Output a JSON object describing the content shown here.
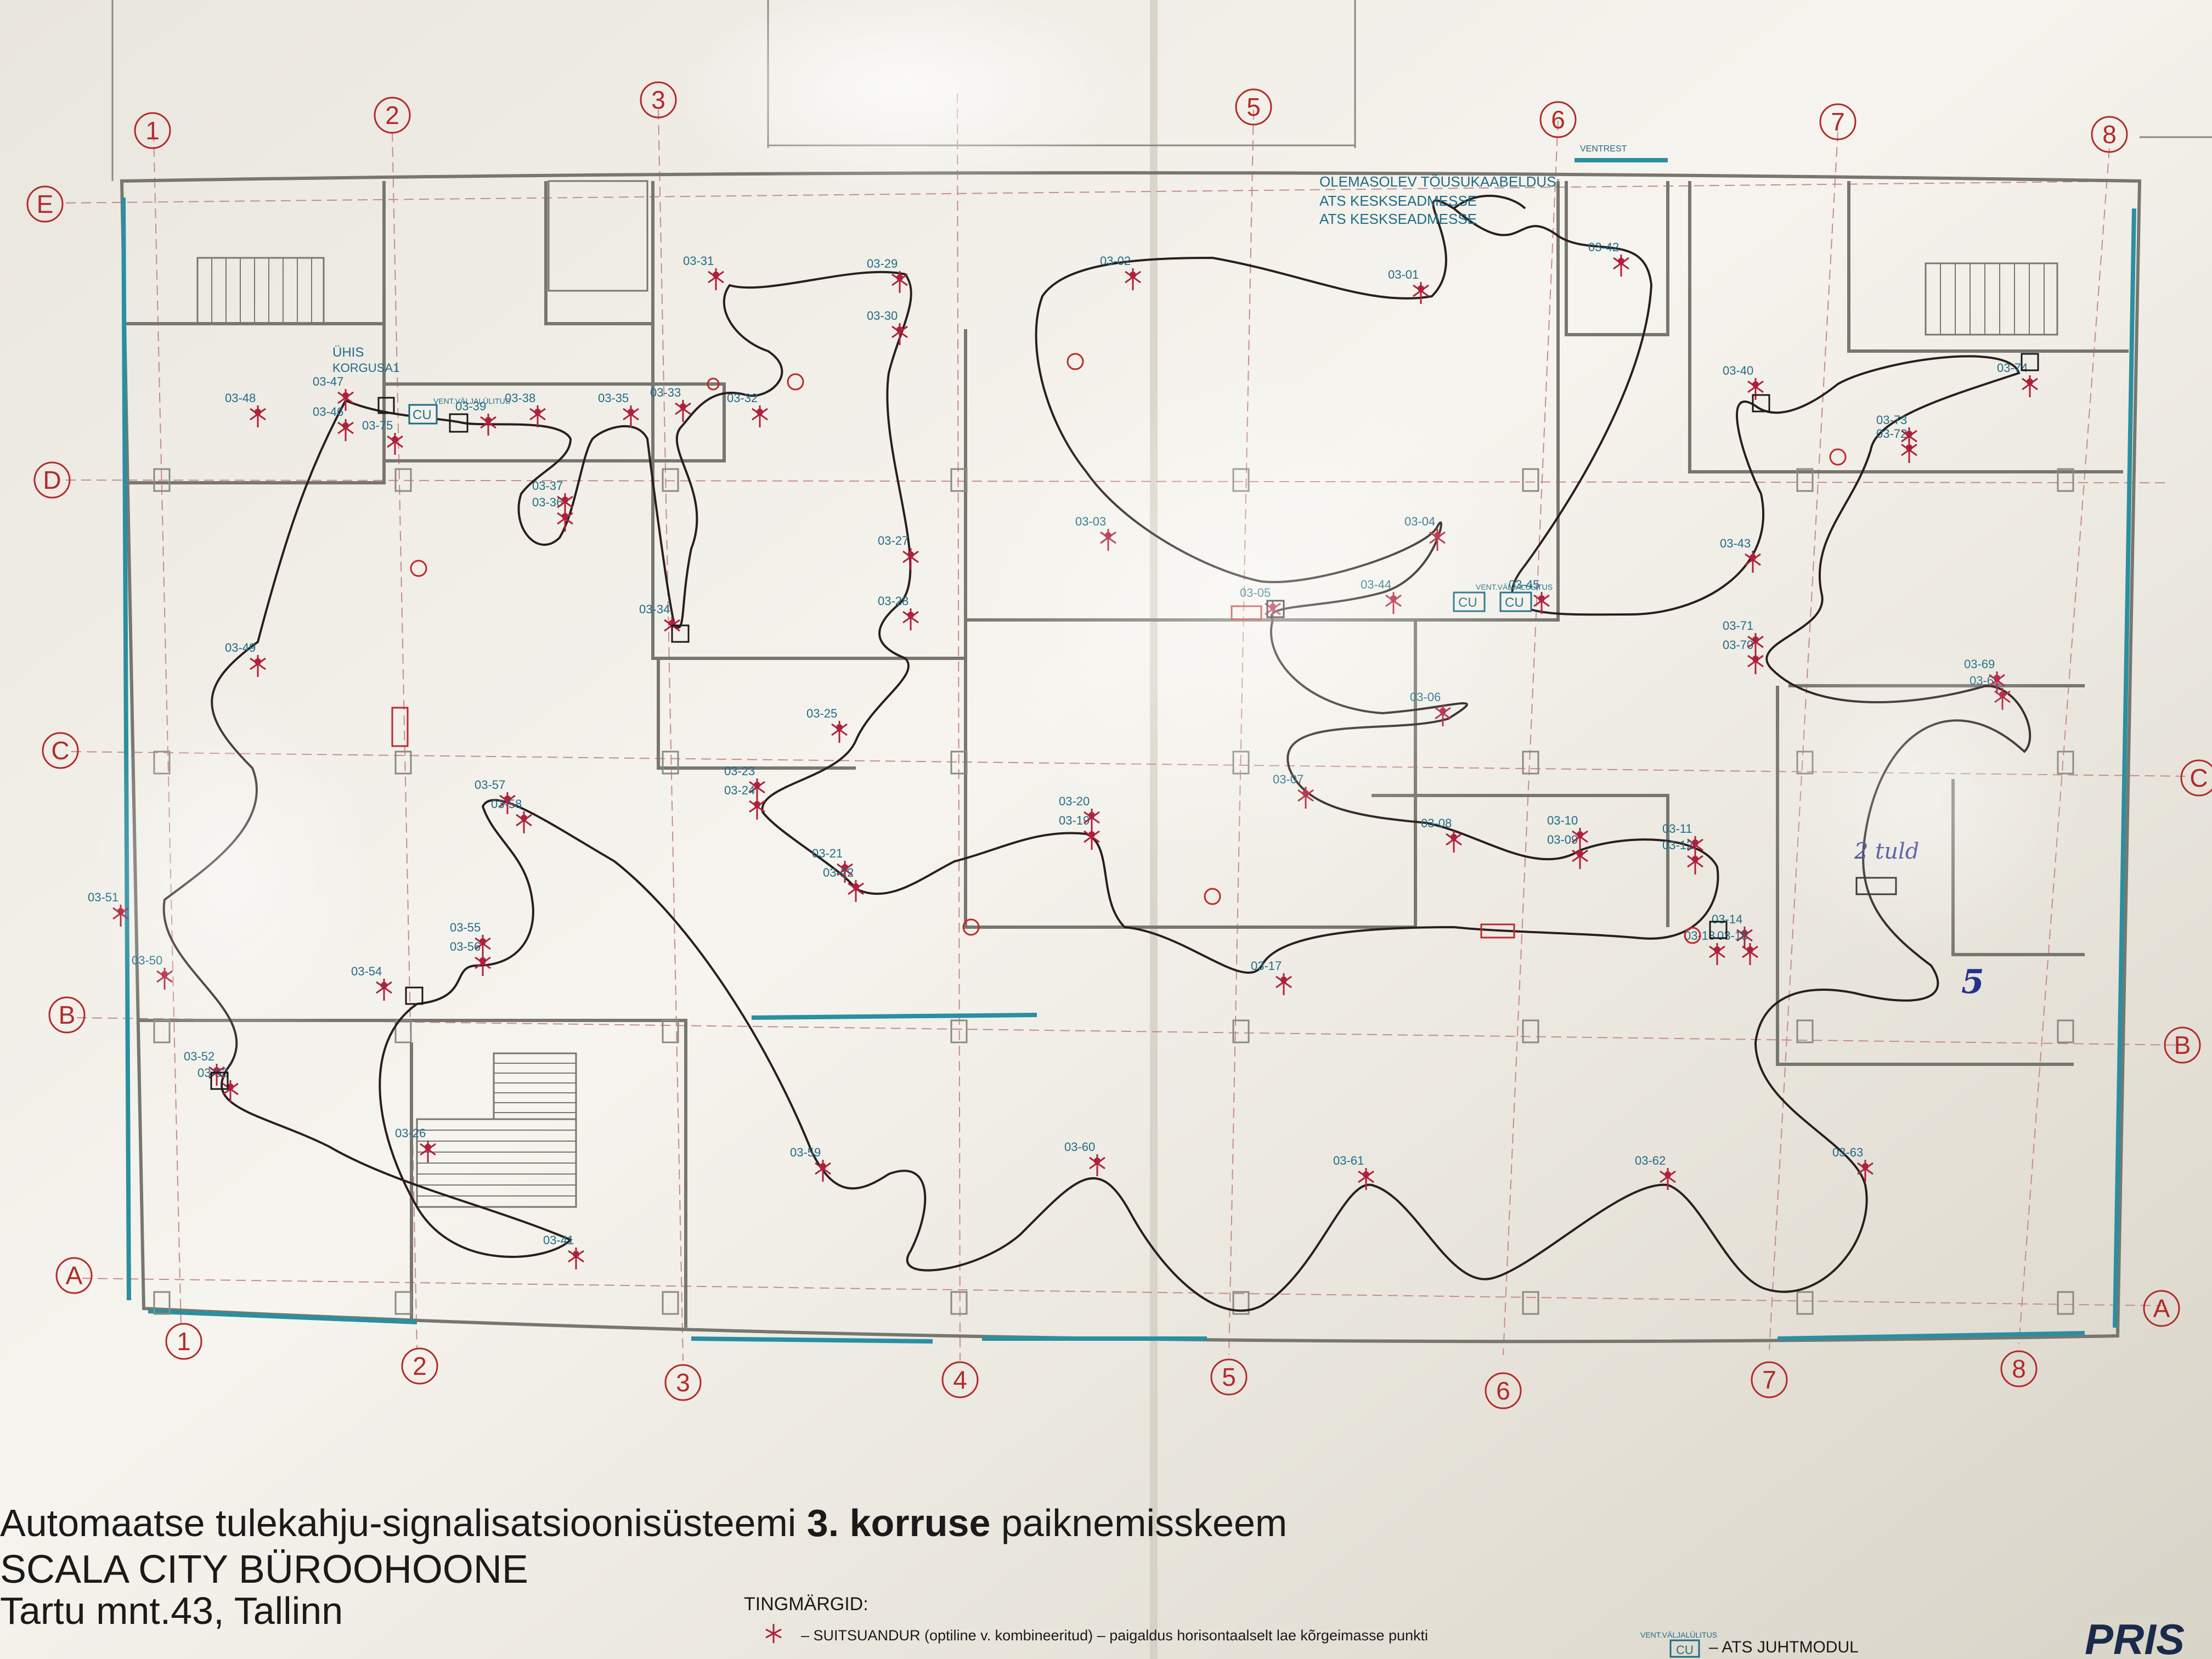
{
  "colors": {
    "paper": "#f2efe8",
    "wall": "#7a7a72",
    "grid": "#b22a2a",
    "loop": "#2a1e1e",
    "detector": "#b0203a",
    "label": "#1f6c86",
    "window": "#2a8fa0"
  },
  "grid": {
    "columns_top": [
      "1",
      "2",
      "3",
      "5",
      "6",
      "7",
      "8"
    ],
    "columns_bottom": [
      "1",
      "2",
      "3",
      "4",
      "5",
      "6",
      "7",
      "8"
    ],
    "rows_left": [
      "E",
      "D",
      "C",
      "B",
      "A"
    ],
    "rows_right": [
      "C",
      "B",
      "A"
    ]
  },
  "notes": {
    "ventrest": "VENTREST",
    "riser_1": "OLEMASOLEV TÕUSUKAABELDUS:",
    "riser_2": "ATS KESKSEADMESSE",
    "riser_3": "ATS KESKSEADMESSE",
    "ruum_1": "ÜHIS",
    "ruum_2": "KORGUSA1",
    "vent_1": "VENT.VÄLJALÜLITUS",
    "vent_2": "VENT.VÄLJALÜLITUS",
    "cu_1": "CU",
    "cu_2": "CU",
    "cu_3": "CU",
    "handwritten_1": "2 tuld",
    "handwritten_2": "5"
  },
  "detectors": [
    "03-01",
    "03-02",
    "03-03",
    "03-04",
    "03-05",
    "03-06",
    "03-07",
    "03-08",
    "03-09",
    "03-10",
    "03-11",
    "03-12",
    "03-13",
    "03-14",
    "03-15",
    "03-17",
    "03-19",
    "03-20",
    "03-21",
    "03-22",
    "03-23",
    "03-24",
    "03-25",
    "03-26",
    "03-27",
    "03-28",
    "03-29",
    "03-30",
    "03-31",
    "03-32",
    "03-33",
    "03-34",
    "03-35",
    "03-36",
    "03-37",
    "03-38",
    "03-39",
    "03-40",
    "03-41",
    "03-42",
    "03-43",
    "03-44",
    "03-45",
    "03-46",
    "03-47",
    "03-48",
    "03-49",
    "03-50",
    "03-51",
    "03-52",
    "03-53",
    "03-54",
    "03-55",
    "03-56",
    "03-57",
    "03-58",
    "03-59",
    "03-60",
    "03-61",
    "03-62",
    "03-63",
    "03-68",
    "03-69",
    "03-70",
    "03-71",
    "03-72",
    "03-73",
    "03-74",
    "03-75"
  ],
  "title": {
    "line1_a": "Automaatse tulekahju-signalisatsioonisüsteemi ",
    "line1_b": "3. korruse",
    "line1_c": " paiknemisskeem",
    "line2": "SCALA CITY BÜROOHOONE",
    "line3": "Tartu mnt.43, Tallinn"
  },
  "legend": {
    "heading": "TINGMÄRGID:",
    "smoke": "– SUITSUANDUR (optiline v. kombineeritud) – paigaldus horisontaalselt lae kõrgeimasse punkti",
    "module_tag": "VENT.VÄLJALÜLITUS",
    "module_box": "CU",
    "module": "– ATS JUHTMODUL"
  },
  "logo": "PRIS"
}
